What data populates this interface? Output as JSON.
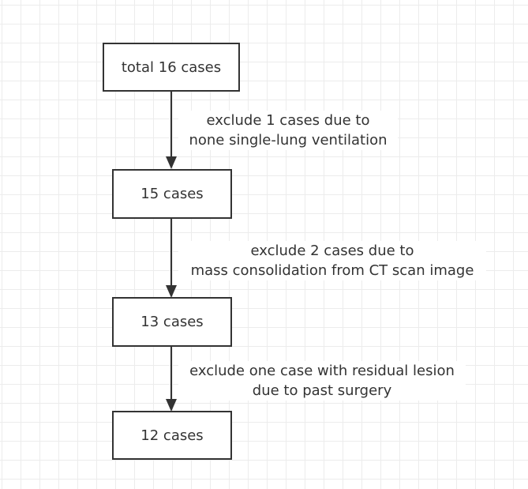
{
  "diagram": {
    "type": "flowchart",
    "nodes": [
      {
        "id": "n1",
        "label": "total 16 cases"
      },
      {
        "id": "n2",
        "label": "15 cases"
      },
      {
        "id": "n3",
        "label": "13 cases"
      },
      {
        "id": "n4",
        "label": "12 cases"
      }
    ],
    "edges": [
      {
        "from": "n1",
        "to": "n2",
        "line1": "exclude 1 cases due to",
        "line2": "none single-lung ventilation"
      },
      {
        "from": "n2",
        "to": "n3",
        "line1": "exclude 2 cases due to",
        "line2": "mass consolidation from CT scan image"
      },
      {
        "from": "n3",
        "to": "n4",
        "line1": "exclude one case with residual lesion",
        "line2": "due to past surgery"
      }
    ],
    "colors": {
      "stroke": "#333333",
      "grid": "#ececec",
      "background": "#ffffff"
    }
  }
}
